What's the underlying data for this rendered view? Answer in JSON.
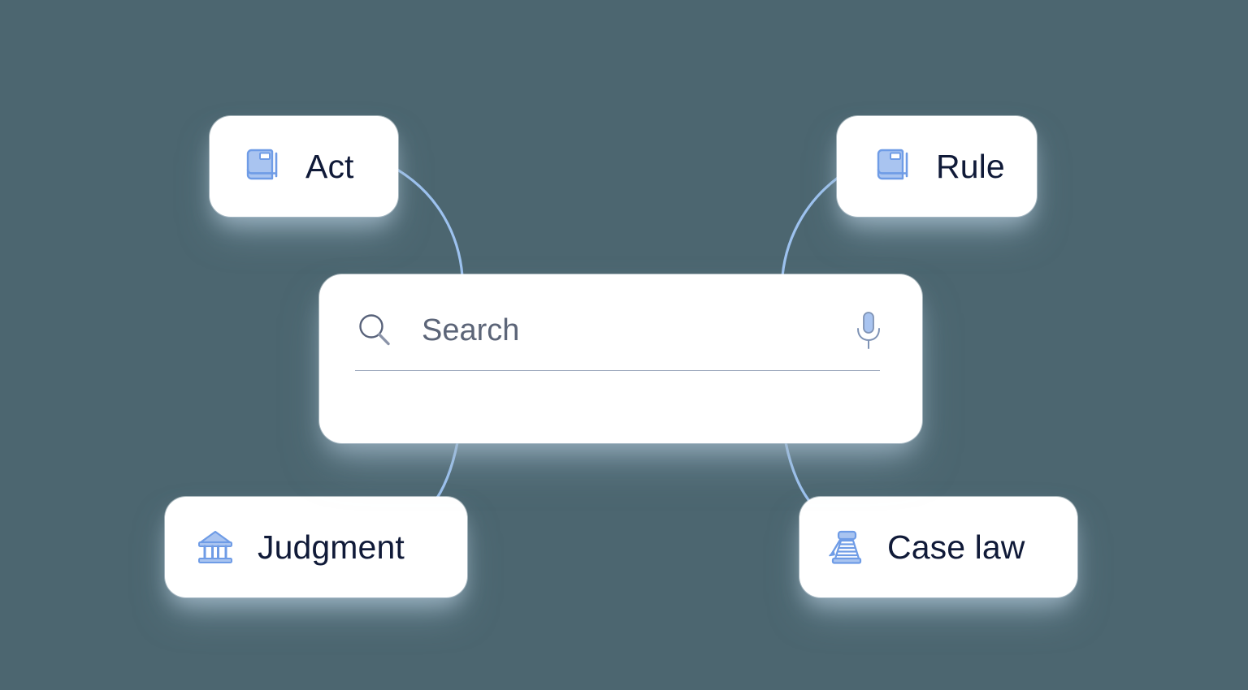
{
  "theme": {
    "background_color": "#4c6670",
    "card_background": "#ffffff",
    "label_text_color": "#101a38",
    "placeholder_color": "#5c6578",
    "icon_accent_color": "#7ba4e8",
    "icon_fill_color": "#a9c4f0",
    "connector_color": "#9dc2ef",
    "underline_color": "#9aa6bb"
  },
  "search": {
    "placeholder": "Search",
    "value": "",
    "search_icon": "magnifier-icon",
    "mic_icon": "microphone-icon"
  },
  "cards": [
    {
      "id": "act",
      "label": "Act",
      "icon": "book-icon"
    },
    {
      "id": "rule",
      "label": "Rule",
      "icon": "book-icon"
    },
    {
      "id": "judgment",
      "label": "Judgment",
      "icon": "courthouse-icon"
    },
    {
      "id": "caselaw",
      "label": "Case law",
      "icon": "document-stack-pen-icon"
    }
  ],
  "connectors": [
    {
      "from": "card-act",
      "to": "search-panel",
      "shape": "curve"
    },
    {
      "from": "card-rule",
      "to": "search-panel",
      "shape": "curve"
    },
    {
      "from": "card-judgment",
      "to": "search-panel",
      "shape": "curve"
    },
    {
      "from": "card-caselaw",
      "to": "search-panel",
      "shape": "curve"
    }
  ]
}
